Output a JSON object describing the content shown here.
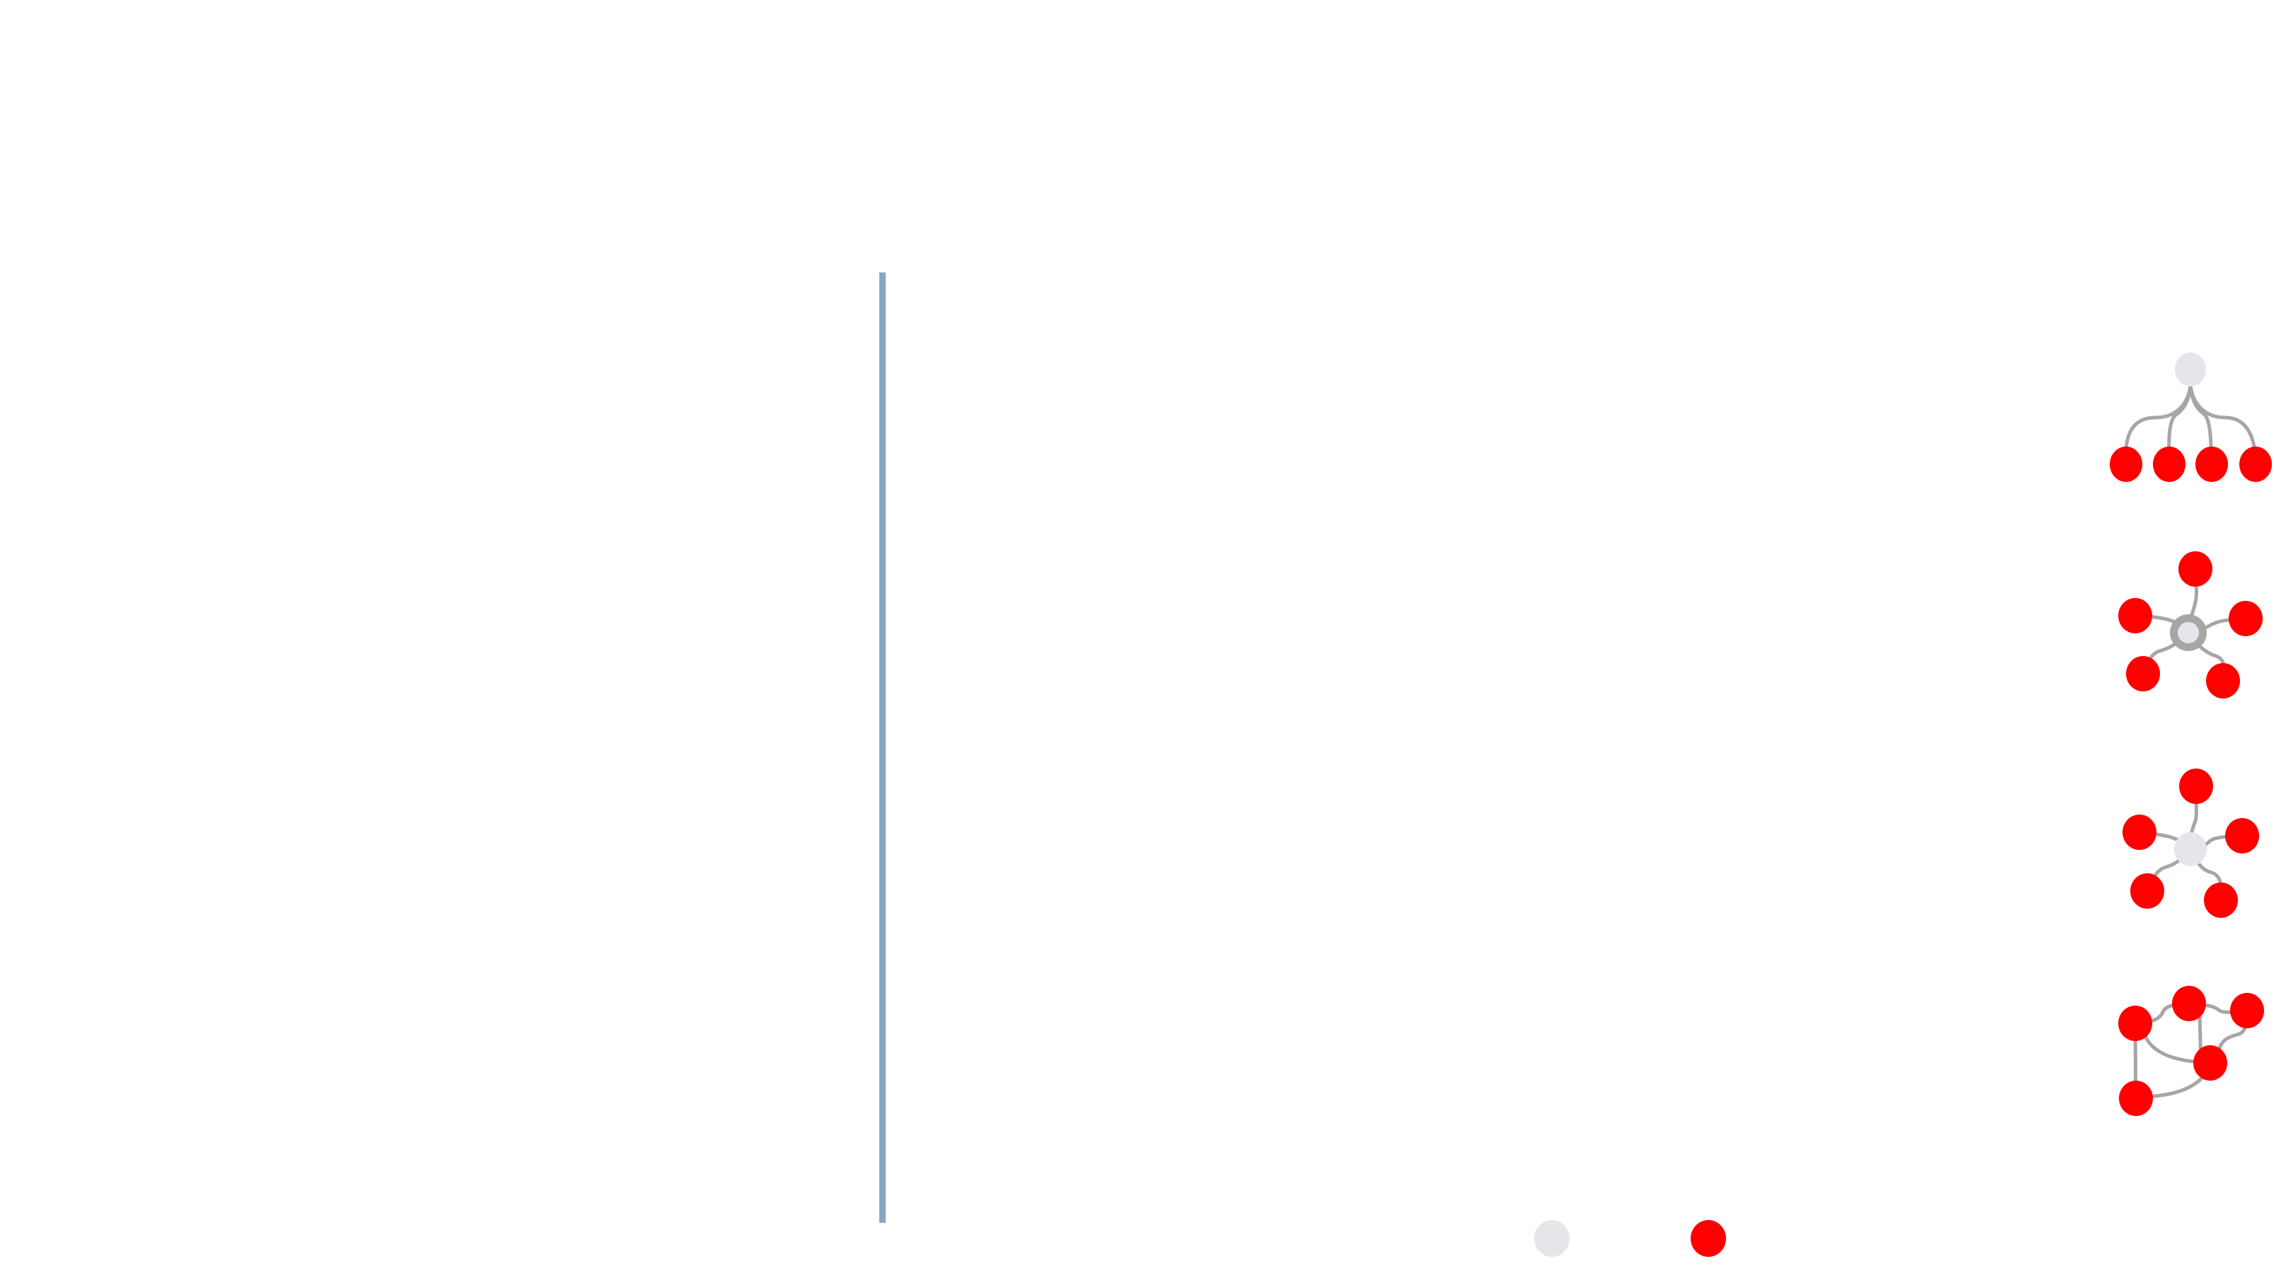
{
  "colors": {
    "background": "#ffffff",
    "divider": "#8aa3c6",
    "edge": "#a6a6a6",
    "node_red": "#ff0000",
    "node_gray": "#e6e6ea",
    "ring_gray": "#a6a6a6"
  },
  "diagrams": [
    {
      "name": "tree",
      "hub": "plain"
    },
    {
      "name": "star-ringed-hub",
      "hub": "ringed"
    },
    {
      "name": "star-plain-hub",
      "hub": "plain"
    },
    {
      "name": "cycle",
      "hub": "none"
    }
  ],
  "legend": {
    "items": [
      {
        "name": "gray-node",
        "color": "#e6e6ea"
      },
      {
        "name": "red-node",
        "color": "#ff0000"
      }
    ]
  }
}
